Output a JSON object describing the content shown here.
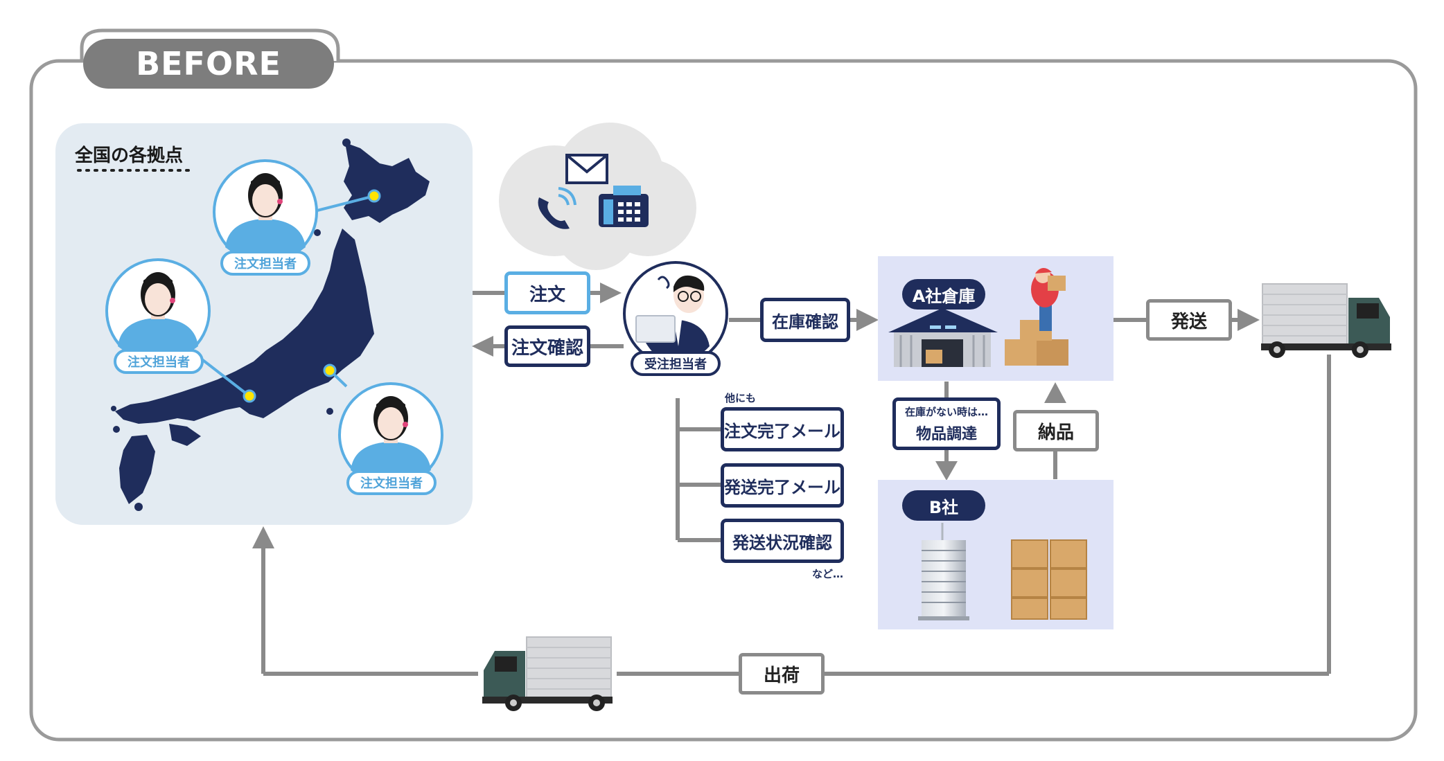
{
  "header": {
    "tab_label": "BEFORE"
  },
  "regions": {
    "title": "全国の各拠点",
    "person_role": "注文担当者"
  },
  "order_flow": {
    "order_label": "注文",
    "confirm_label": "注文確認",
    "receiver_role": "受注担当者"
  },
  "tasks": {
    "prefix": "他にも",
    "items": [
      "注文完了メール",
      "発送完了メール",
      "発送状況確認"
    ],
    "suffix": "など…"
  },
  "warehouse": {
    "stock_check_label": "在庫確認",
    "name": "A社倉庫",
    "ship_label": "発送"
  },
  "procurement": {
    "note": "在庫がない時は…",
    "label": "物品調達",
    "delivery_label": "納品",
    "company_b": "B社"
  },
  "return_flow": {
    "shipping_label": "出荷"
  },
  "colors": {
    "navy": "#1f2d5c",
    "light_blue": "#5aaee3",
    "panel": "#e3ebf2",
    "warehouse_bg": "#dfe3f7",
    "arrow_gray": "#8a8a8a"
  }
}
